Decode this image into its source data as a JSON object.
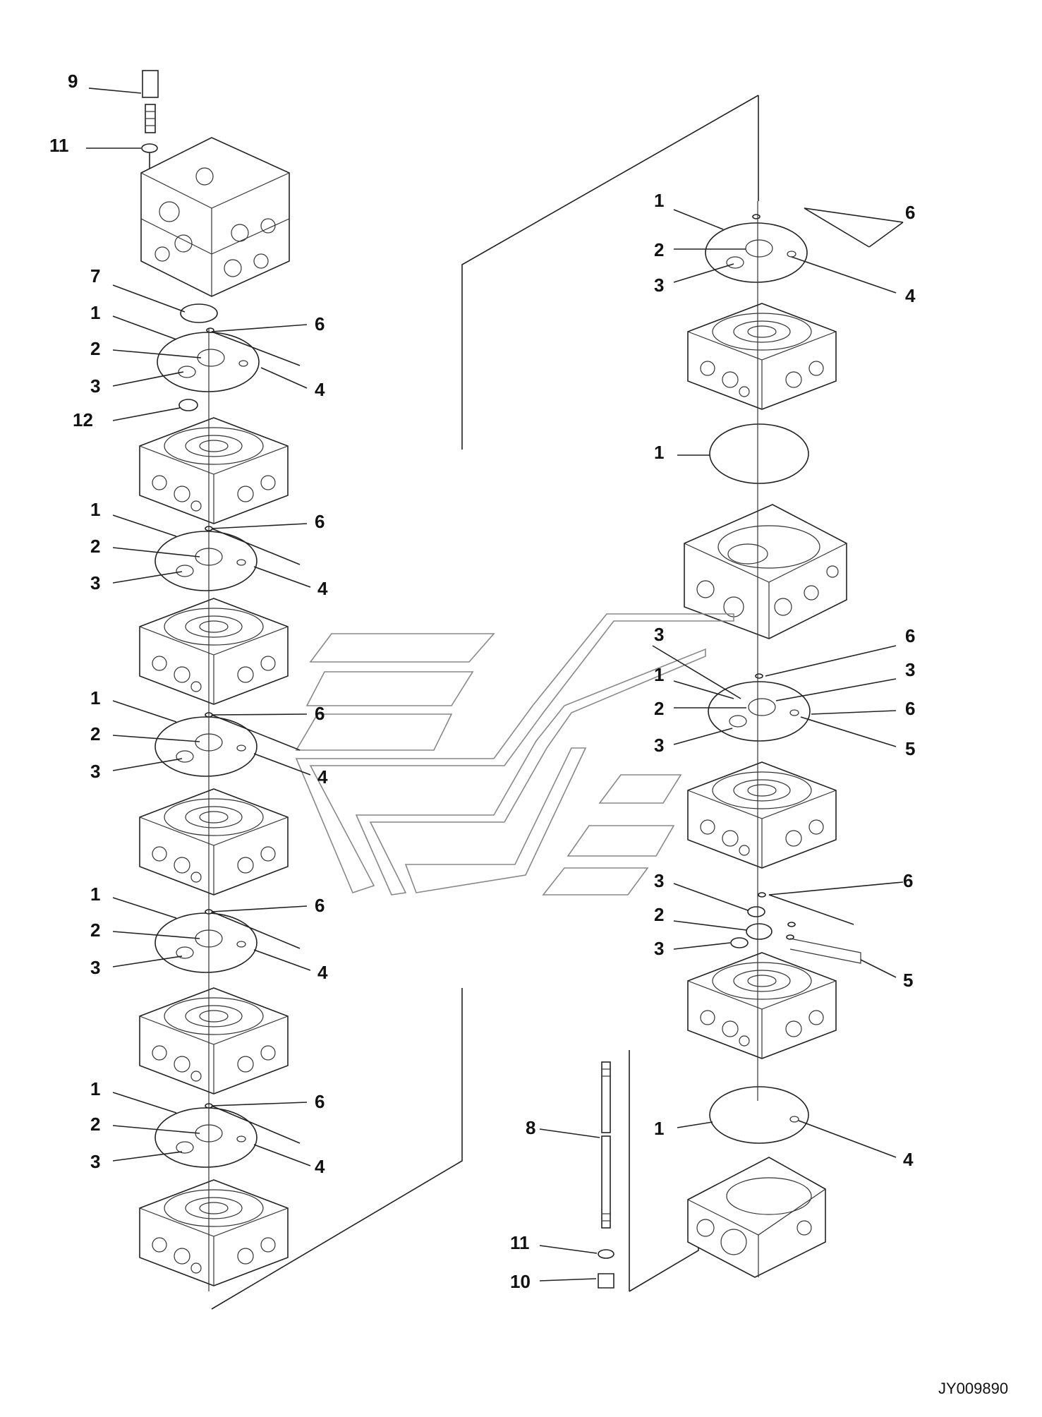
{
  "diagram": {
    "doc_id": "JY009890",
    "callouts": [
      "1",
      "2",
      "3",
      "4",
      "5",
      "6",
      "7",
      "8",
      "9",
      "10",
      "11",
      "12"
    ]
  }
}
